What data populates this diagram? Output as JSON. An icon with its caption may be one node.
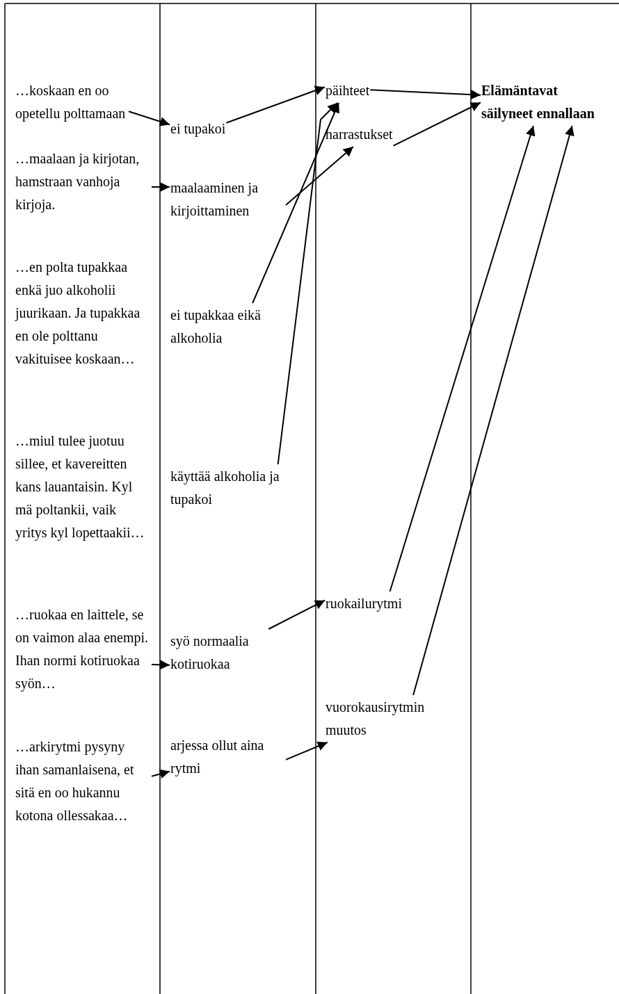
{
  "diagram": {
    "nodes": [
      {
        "text": [
          "…koskaan en oo opetellu polttamaan"
        ]
      },
      {
        "text": [
          "…maalaan ja kirjotan, hamstraan vanhoja kirjoja."
        ]
      },
      {
        "text": [
          "…en polta tupakkaa enkä juo alkoholii juurikaan. Ja tupakkaa en ole polttanu vakituisee koskaan…"
        ]
      },
      {
        "text": [
          "…miul tulee juotuu sillee, et kavereitten kans lauantaisin. Kyl mä poltankii, vaik yritys kyl lopettaakii…"
        ]
      },
      {
        "text": [
          "…ruokaa en laittele, se on vaimon alaa enempi. Ihan normi kotiruokaa syön…"
        ]
      },
      {
        "text": [
          "…arkirytmi pysyny ihan samanlaisena, et sitä en oo hukannu kotona ollessakaa…"
        ]
      },
      {
        "text": [
          "ei tupakoi"
        ]
      },
      {
        "text": [
          "maalaaminen ja kirjoittaminen"
        ]
      },
      {
        "text": [
          "ei tupakkaa eikä alkoholia"
        ]
      },
      {
        "text": [
          "käyttää alkoholia ja tupakoi"
        ]
      },
      {
        "text": [
          "syö normaalia kotiruokaa"
        ]
      },
      {
        "text": [
          "arjessa ollut aina rytmi"
        ]
      },
      {
        "text": [
          "päihteet"
        ]
      },
      {
        "text": [
          "harrastukset"
        ]
      },
      {
        "text": [
          "ruokailurytmi"
        ]
      },
      {
        "text": [
          "vuorokausirytmin muutos"
        ]
      },
      {
        "text": [
          "Elämäntavat säilyneet ennallaan"
        ]
      }
    ],
    "edges": [
      {
        "from": 0,
        "to": 6,
        "arrow": "to"
      },
      {
        "from": 1,
        "to": 7,
        "arrow": "to"
      },
      {
        "from": 4,
        "to": 10,
        "arrow": "to"
      },
      {
        "from": 5,
        "to": 11,
        "arrow": "to"
      },
      {
        "from": 6,
        "to": 12,
        "arrow": "to"
      },
      {
        "from": 7,
        "to": 13,
        "arrow": "to"
      },
      {
        "from": 8,
        "to": 12,
        "arrow": "to"
      },
      {
        "from": 9,
        "to": 12,
        "arrow": "to"
      },
      {
        "from": 10,
        "to": 14,
        "arrow": "to"
      },
      {
        "from": 11,
        "to": 15,
        "arrow": "to"
      },
      {
        "from": 12,
        "to": 16,
        "arrow": "to"
      },
      {
        "from": 13,
        "to": 16,
        "arrow": "to"
      },
      {
        "from": 14,
        "to": 16,
        "arrow": "to"
      },
      {
        "from": 15,
        "to": 16,
        "arrow": "to"
      }
    ]
  }
}
